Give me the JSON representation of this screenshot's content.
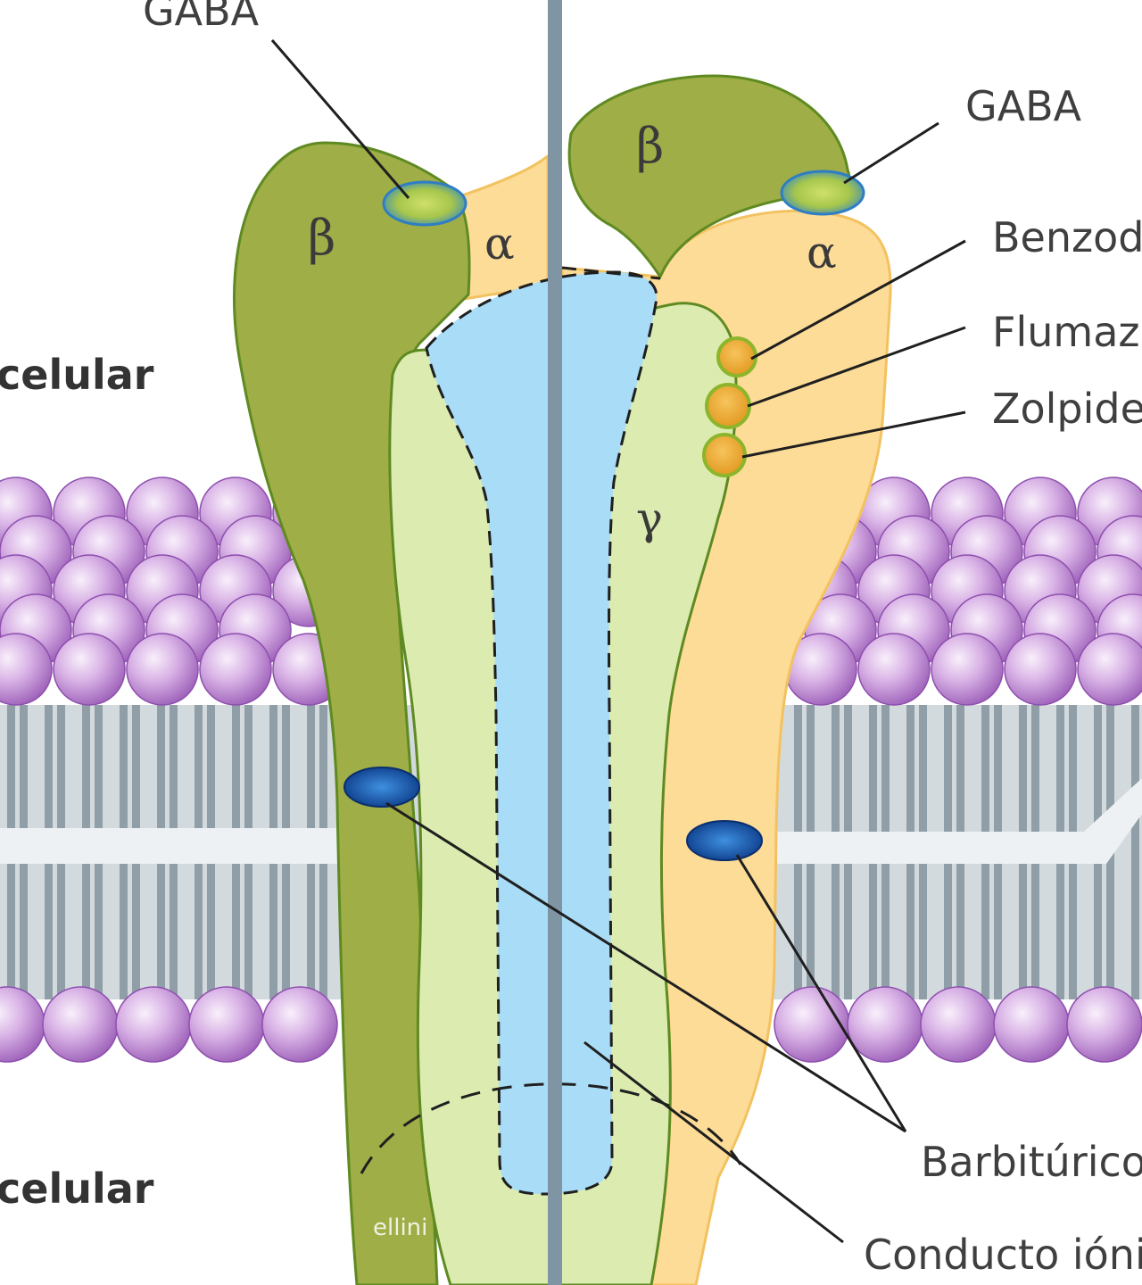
{
  "labels": {
    "gaba_top": "GABA",
    "gaba_right": "GABA",
    "benzo": "Benzod",
    "flumaze": "Flumaze",
    "zolpide": "Zolpide",
    "barbituricos": "Barbitúrico",
    "conducto": "Conducto ióni",
    "extracelular": "celular",
    "intracelular": "celular",
    "watermark": "ellini"
  },
  "subunits": {
    "beta_left": "β",
    "alpha_left": "α",
    "beta_right": "β",
    "alpha_right": "α",
    "gamma": "γ"
  },
  "colors": {
    "beta": "#9fae46",
    "alpha": "#fddc97",
    "gamma": "#dcecb0",
    "channel": "#a9dcf6",
    "outline_green": "#5f8a22",
    "outline_yellow": "#f3c260",
    "lipid_head": "#c99ad9",
    "lipid_tail": "#8f9ea7",
    "membrane_bg": "#d2d9de",
    "site_blue": "#1d63b6",
    "site_gaba_inner": "#c4d660",
    "site_benzo": "#f2b23e"
  }
}
